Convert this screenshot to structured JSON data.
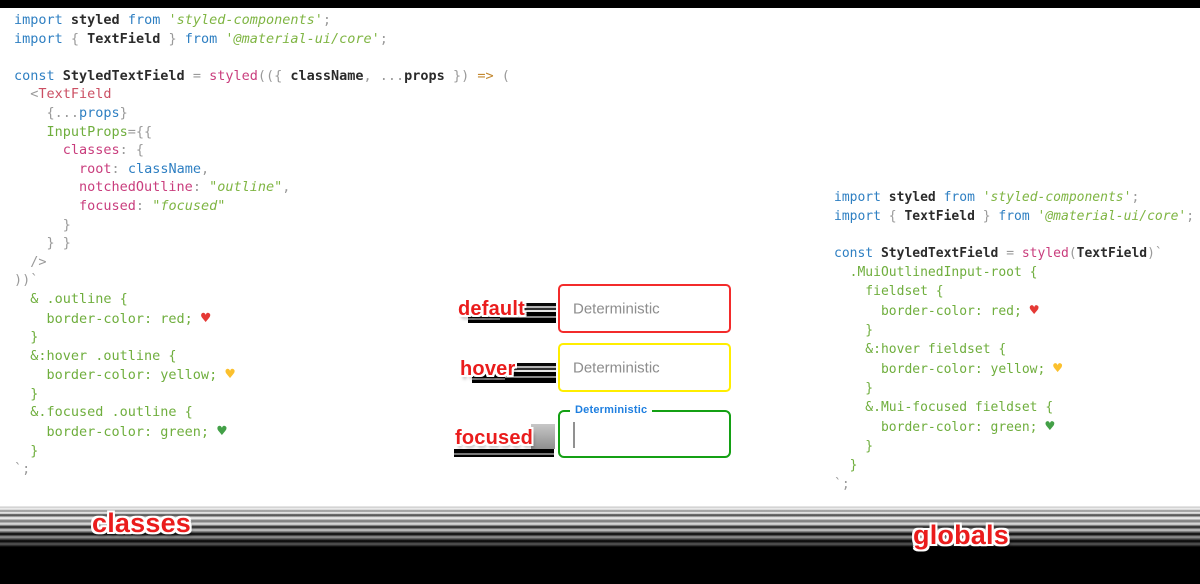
{
  "palette": {
    "code-blue": "#2e7fc2",
    "code-black": "#2b2b2b",
    "code-gray": "#9a9a9a",
    "code-pink": "#c93d7d",
    "code-green-string": "#7fb543",
    "code-green": "#6fae3d",
    "code-jsx": "#cb4f63",
    "code-orange": "#c2872e",
    "heart-red": "#e53935",
    "heart-yellow": "#fbc02d",
    "heart-green": "#43a047",
    "annotation-red": "#ea1c1c",
    "border-red": "#f32b2b",
    "border-yellow": "#ffee00",
    "border-green": "#14a014",
    "notch-blue": "#1e7fe0",
    "placeholder-gray": "#8d8d8d"
  },
  "annotations": {
    "default_label": "default",
    "hover_label": "hover",
    "focused_label": "focused"
  },
  "footer": {
    "classes_label": "classes",
    "globals_label": "globals"
  },
  "fields": {
    "default": {
      "placeholder": "Deterministic"
    },
    "hover": {
      "placeholder": "Deterministic"
    },
    "focused": {
      "notch_label": "Deterministic"
    }
  },
  "left_code": {
    "lines": [
      [
        [
          "b",
          "import"
        ],
        [
          "k",
          " styled"
        ],
        [
          "b",
          " from"
        ],
        [
          "s",
          " 'styled-components'"
        ],
        [
          "g",
          ";"
        ]
      ],
      [
        [
          "b",
          "import"
        ],
        [
          "g",
          " {"
        ],
        [
          "k",
          " TextField"
        ],
        [
          "g",
          " }"
        ],
        [
          "b",
          " from"
        ],
        [
          "s",
          " '@material-ui/core'"
        ],
        [
          "g",
          ";"
        ]
      ],
      [],
      [
        [
          "b",
          "const"
        ],
        [
          "k",
          " StyledTextField"
        ],
        [
          "g",
          " ="
        ],
        [
          "p",
          " styled"
        ],
        [
          "g",
          "(({"
        ],
        [
          "k",
          " className"
        ],
        [
          "g",
          ", ..."
        ],
        [
          "k",
          "props"
        ],
        [
          "g",
          " })"
        ],
        [
          "o",
          " =>"
        ],
        [
          "g",
          " ("
        ]
      ],
      [
        [
          "g",
          "  <"
        ],
        [
          "j",
          "TextField"
        ]
      ],
      [
        [
          "g",
          "    {..."
        ],
        [
          "b",
          "props"
        ],
        [
          "g",
          "}"
        ]
      ],
      [
        [
          "n",
          "    InputProps"
        ],
        [
          "g",
          "={{"
        ]
      ],
      [
        [
          "p",
          "      classes"
        ],
        [
          "g",
          ": {"
        ]
      ],
      [
        [
          "p",
          "        root"
        ],
        [
          "g",
          ": "
        ],
        [
          "b",
          "className"
        ],
        [
          "g",
          ","
        ]
      ],
      [
        [
          "p",
          "        notchedOutline"
        ],
        [
          "g",
          ": "
        ],
        [
          "s",
          "\"outline\""
        ],
        [
          "g",
          ","
        ]
      ],
      [
        [
          "p",
          "        focused"
        ],
        [
          "g",
          ": "
        ],
        [
          "s",
          "\"focused\""
        ]
      ],
      [
        [
          "g",
          "      }"
        ]
      ],
      [
        [
          "g",
          "    } }"
        ]
      ],
      [
        [
          "g",
          "  />"
        ]
      ],
      [
        [
          "g",
          "))`"
        ]
      ],
      [
        [
          "n",
          "  & .outline {"
        ]
      ],
      [
        [
          "n",
          "    border-color: red; "
        ],
        [
          "hr",
          "♥"
        ]
      ],
      [
        [
          "n",
          "  }"
        ]
      ],
      [
        [
          "n",
          "  &:hover .outline {"
        ]
      ],
      [
        [
          "n",
          "    border-color: yellow; "
        ],
        [
          "hy",
          "♥"
        ]
      ],
      [
        [
          "n",
          "  }"
        ]
      ],
      [
        [
          "n",
          "  &.focused .outline {"
        ]
      ],
      [
        [
          "n",
          "    border-color: green; "
        ],
        [
          "hg",
          "♥"
        ]
      ],
      [
        [
          "n",
          "  }"
        ]
      ],
      [
        [
          "g",
          "`;"
        ]
      ]
    ]
  },
  "right_code": {
    "lines": [
      [
        [
          "b",
          "import"
        ],
        [
          "k",
          " styled"
        ],
        [
          "b",
          " from"
        ],
        [
          "s",
          " 'styled-components'"
        ],
        [
          "g",
          ";"
        ]
      ],
      [
        [
          "b",
          "import"
        ],
        [
          "g",
          " {"
        ],
        [
          "k",
          " TextField"
        ],
        [
          "g",
          " }"
        ],
        [
          "b",
          " from"
        ],
        [
          "s",
          " '@material-ui/core'"
        ],
        [
          "g",
          ";"
        ]
      ],
      [],
      [
        [
          "b",
          "const"
        ],
        [
          "k",
          " StyledTextField"
        ],
        [
          "g",
          " ="
        ],
        [
          "p",
          " styled"
        ],
        [
          "g",
          "("
        ],
        [
          "k",
          "TextField"
        ],
        [
          "g",
          ")`"
        ]
      ],
      [
        [
          "n",
          "  .MuiOutlinedInput-root {"
        ]
      ],
      [
        [
          "n",
          "    fieldset {"
        ]
      ],
      [
        [
          "n",
          "      border-color: red; "
        ],
        [
          "hr",
          "♥"
        ]
      ],
      [
        [
          "n",
          "    }"
        ]
      ],
      [
        [
          "n",
          "    &:hover fieldset {"
        ]
      ],
      [
        [
          "n",
          "      border-color: yellow; "
        ],
        [
          "hy",
          "♥"
        ]
      ],
      [
        [
          "n",
          "    }"
        ]
      ],
      [
        [
          "n",
          "    &.Mui-focused fieldset {"
        ]
      ],
      [
        [
          "n",
          "      border-color: green; "
        ],
        [
          "hg",
          "♥"
        ]
      ],
      [
        [
          "n",
          "    }"
        ]
      ],
      [
        [
          "n",
          "  }"
        ]
      ],
      [
        [
          "g",
          "`;"
        ]
      ]
    ]
  }
}
